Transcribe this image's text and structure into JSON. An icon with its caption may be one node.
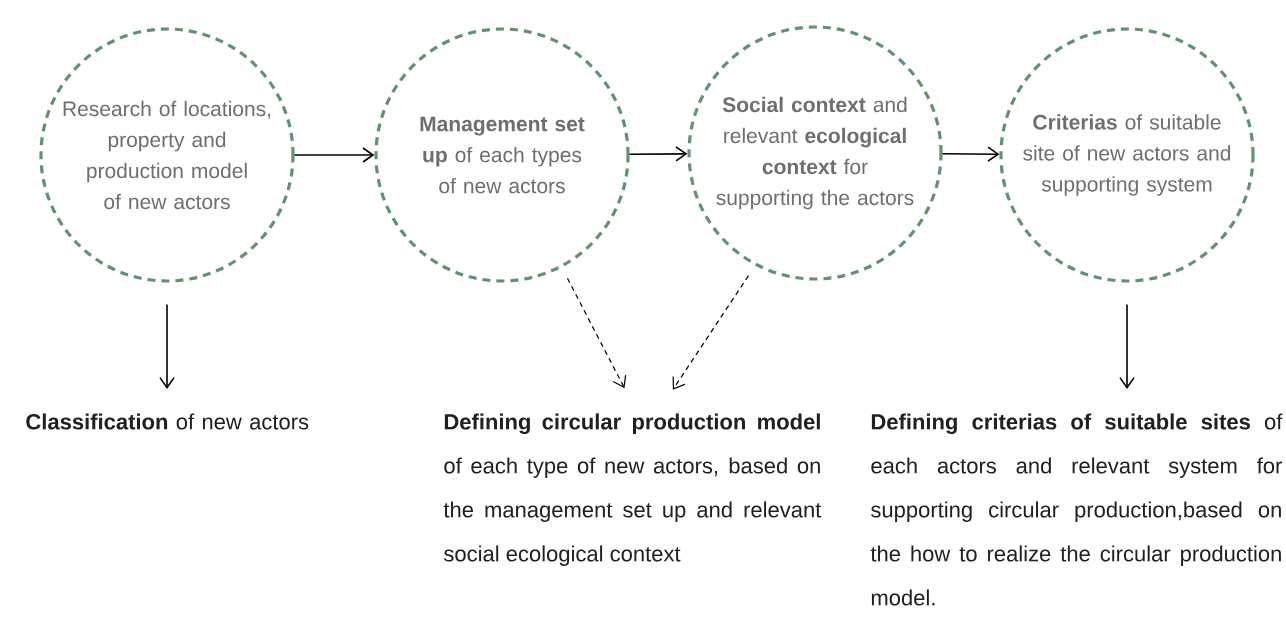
{
  "diagram": {
    "nodes": [
      {
        "text": [
          "Research of locations, property and production model of new actors"
        ]
      },
      {
        "text": [
          "**Management set up** of each types of new actors"
        ]
      },
      {
        "text": [
          "**Social context** and relevant **ecological context** for supporting the actors"
        ]
      },
      {
        "text": [
          "**Criterias** of suitable site of new actors and supporting system"
        ]
      },
      {
        "text": [
          "**Classification** of new actors"
        ]
      },
      {
        "text": [
          "**Defining circular production model** of each type of new actors, based on the management set up and relevant social ecological context"
        ]
      },
      {
        "text": [
          "**Defining criterias of suitable sites** of each actors and relevant system for supporting circular production,based on the how to realize the circular production model."
        ]
      }
    ],
    "edges": [
      {
        "from": 0,
        "to": 1,
        "arrow": "to"
      },
      {
        "from": 1,
        "to": 2,
        "arrow": "to"
      },
      {
        "from": 2,
        "to": 3,
        "arrow": "to"
      },
      {
        "from": 0,
        "to": 4,
        "arrow": "to"
      },
      {
        "from": 1,
        "to": 5,
        "arrow": "to",
        "style": "dashed"
      },
      {
        "from": 2,
        "to": 5,
        "arrow": "to",
        "style": "dashed"
      },
      {
        "from": 3,
        "to": 6,
        "arrow": "to"
      }
    ]
  }
}
